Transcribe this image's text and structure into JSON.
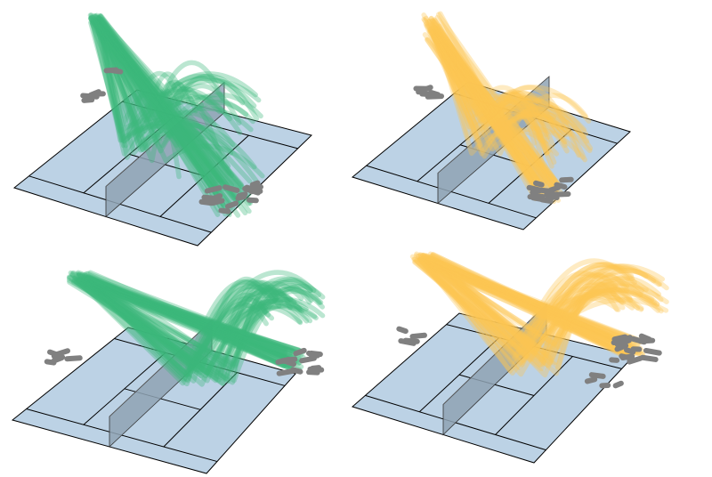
{
  "figure": {
    "panel_count": 4,
    "colors": {
      "court": "#bcd2e5",
      "court_line": "#000000",
      "net": "#8fa3b4",
      "player": "#808080",
      "series_green": "#3db67c",
      "series_yellow": "#fbc654",
      "background": "#ffffff"
    },
    "panels": [
      {
        "id": "top-left",
        "color_key": "series_green",
        "trajectory_count": 40
      },
      {
        "id": "top-right",
        "color_key": "series_yellow",
        "trajectory_count": 40
      },
      {
        "id": "bottom-left",
        "color_key": "series_green",
        "trajectory_count": 40
      },
      {
        "id": "bottom-right",
        "color_key": "series_yellow",
        "trajectory_count": 40
      }
    ]
  }
}
